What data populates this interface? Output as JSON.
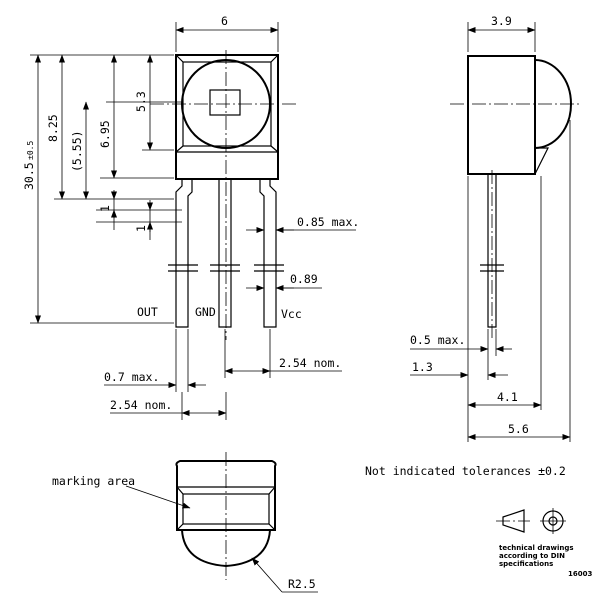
{
  "dimensions": {
    "top_width": "6",
    "side_width": "3.9",
    "height_lens": "5.3",
    "height_body": "8.25",
    "height_ref": "(5.55)",
    "height_mid": "6.95",
    "total_length": "30.5",
    "total_tol": "±0.5",
    "gap_one_a": "1",
    "gap_one_b": "1",
    "lead_width_max": "0.85 max.",
    "lead_pitch_detail": "0.89",
    "pitch_right": "2.54 nom.",
    "lead_thickness": "0.7 max.",
    "pitch_left": "2.54 nom.",
    "side_lead_max": "0.5 max.",
    "side_1_3": "1.3",
    "side_4_1": "4.1",
    "side_5_6": "5.6",
    "radius": "R2.5"
  },
  "pins": {
    "out": "OUT",
    "gnd": "GND",
    "vcc": "Vcc"
  },
  "notes": {
    "marking_area": "marking area",
    "tolerance": "Not indicated tolerances ±0.2",
    "din_line1": "technical drawings",
    "din_line2": "according to DIN",
    "din_line3": "specifications",
    "drawing_number": "16003"
  }
}
